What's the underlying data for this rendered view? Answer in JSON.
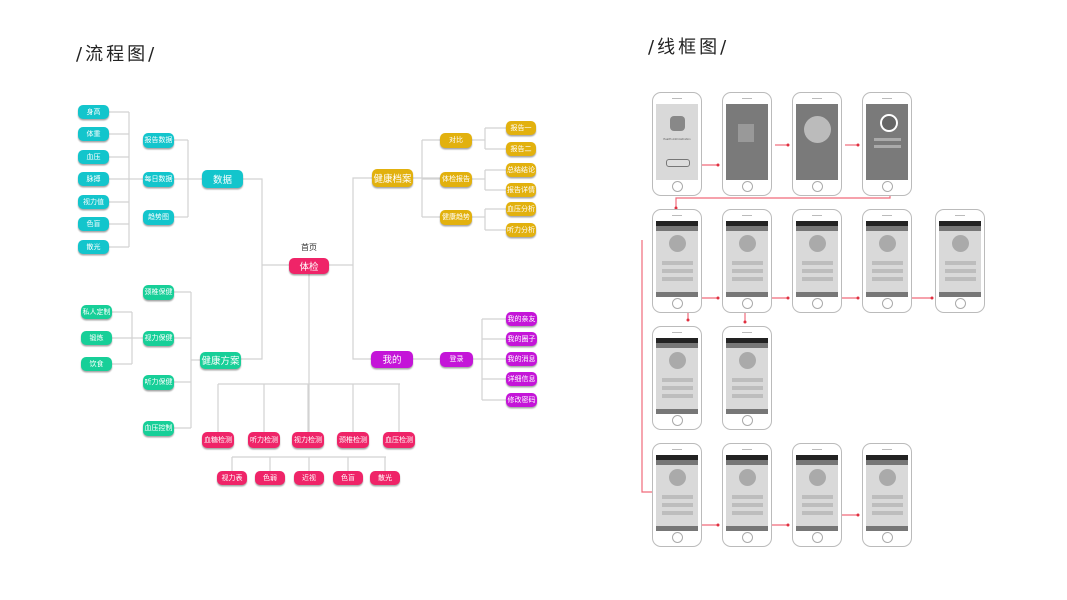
{
  "titles": {
    "flowchart": "/流程图/",
    "wireframe": "/线框图/"
  },
  "colors": {
    "data": "#13c5cc",
    "archive": "#e2b10e",
    "plan": "#17cf98",
    "mine": "#c415d8",
    "check": "#ef2468",
    "line": "#d2d2d2",
    "arrow": "#f06a7a"
  },
  "flowchart": {
    "home_label": "首页",
    "root": "体检",
    "data": {
      "label": "数据",
      "children": [
        "报告数据",
        "每日数据",
        "趋势图"
      ],
      "metrics": [
        "身高",
        "体重",
        "血压",
        "脉搏",
        "视力值",
        "色盲",
        "散光"
      ]
    },
    "archive": {
      "label": "健康档案",
      "children": [
        {
          "label": "对比",
          "leaves": [
            "报告一",
            "报告二"
          ]
        },
        {
          "label": "体检报告",
          "leaves": [
            "总结结论",
            "报告详情"
          ]
        },
        {
          "label": "健康趋势",
          "leaves": [
            "血压分析",
            "听力分析"
          ]
        }
      ]
    },
    "plan": {
      "label": "健康方案",
      "children": [
        "颈椎保健",
        "视力保健",
        "听力保健",
        "血压控制"
      ],
      "custom": [
        "私人定制",
        "锻炼",
        "饮食"
      ]
    },
    "mine": {
      "label": "我的",
      "login": "登录",
      "leaves": [
        "我的亲友",
        "我的圈子",
        "我的消息",
        "详细信息",
        "修改密码"
      ]
    },
    "checks": [
      "血糖检测",
      "听力检测",
      "视力检测",
      "颈椎检测",
      "血压检测"
    ],
    "vision": [
      "视力表",
      "色弱",
      "近视",
      "色盲",
      "散光"
    ]
  },
  "wireframe": {
    "splash_caption": "Health Administration"
  }
}
